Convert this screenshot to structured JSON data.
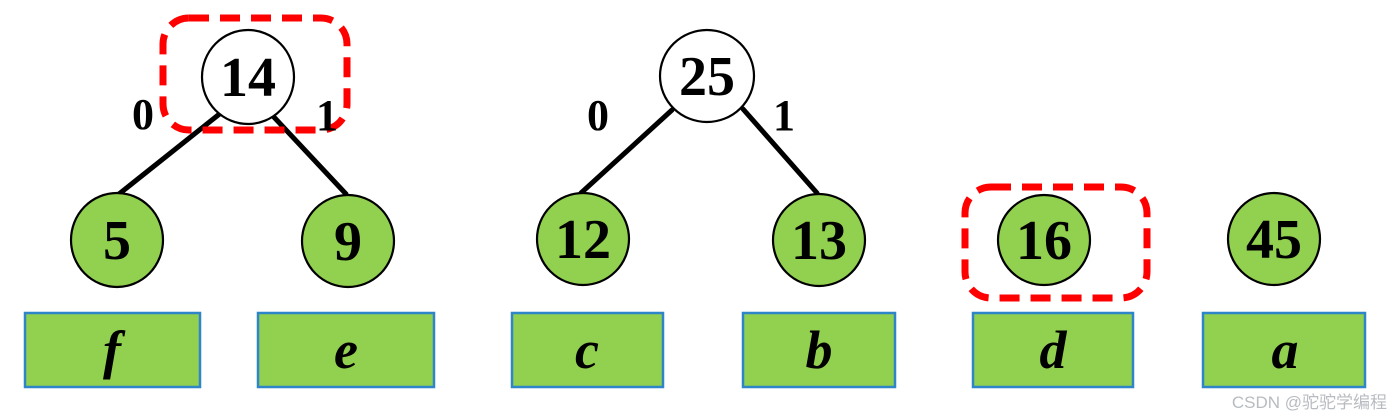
{
  "colors": {
    "leaf_fill": "#92d050",
    "internal_fill": "#ffffff",
    "node_outline": "#000000",
    "highlight_dash": "#ff0000",
    "letter_box_fill": "#92d050",
    "letter_box_border": "#2e86c8",
    "watermark": "#b8bcc0"
  },
  "trees": [
    {
      "root_value": "14",
      "root_highlighted": true,
      "left_edge_label": "0",
      "right_edge_label": "1"
    },
    {
      "root_value": "25",
      "root_highlighted": false,
      "left_edge_label": "0",
      "right_edge_label": "1"
    }
  ],
  "leaves": [
    {
      "value": "5",
      "letter": "f",
      "highlighted": false
    },
    {
      "value": "9",
      "letter": "e",
      "highlighted": false
    },
    {
      "value": "12",
      "letter": "c",
      "highlighted": false
    },
    {
      "value": "13",
      "letter": "b",
      "highlighted": false
    },
    {
      "value": "16",
      "letter": "d",
      "highlighted": true
    },
    {
      "value": "45",
      "letter": "a",
      "highlighted": false
    }
  ],
  "watermark": {
    "text": "CSDN @驼驼学编程"
  }
}
